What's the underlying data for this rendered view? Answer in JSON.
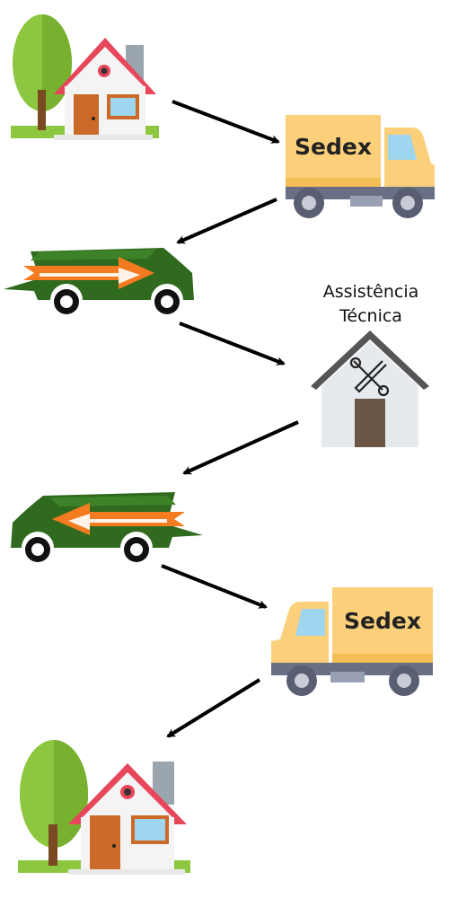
{
  "flow": {
    "steps": [
      {
        "id": "home-origin",
        "kind": "house"
      },
      {
        "id": "truck-outbound",
        "kind": "truck",
        "label": "Sedex"
      },
      {
        "id": "car-outbound",
        "kind": "car",
        "direction": "right"
      },
      {
        "id": "service-center",
        "kind": "service-house",
        "label_line1": "Assistência",
        "label_line2": "Técnica"
      },
      {
        "id": "car-return",
        "kind": "car",
        "direction": "left"
      },
      {
        "id": "truck-return",
        "kind": "truck",
        "label": "Sedex"
      },
      {
        "id": "home-destination",
        "kind": "house"
      }
    ]
  },
  "colors": {
    "tree_green": "#8dc63f",
    "roof_red": "#e8465a",
    "car_green": "#2f6a1e",
    "arrow_orange": "#f47b20",
    "truck_yellow": "#fcd07a",
    "truck_gray": "#6a6f85",
    "door_brown": "#cc6a2a",
    "service_wall": "#e6eaee",
    "service_door": "#6b5545"
  }
}
